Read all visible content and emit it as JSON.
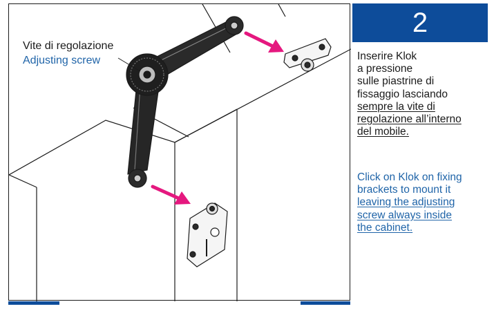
{
  "step": {
    "number": "2",
    "color": "#0d4c9a"
  },
  "callout": {
    "label_it": "Vite di regolazione",
    "label_en": "Adjusting screw"
  },
  "instructions_it": {
    "lines": [
      "Inserire Klok",
      "a pressione",
      "sulle piastrine di",
      "fissaggio lasciando"
    ],
    "underlined_lines": [
      "sempre la vite di",
      "regolazione all’interno",
      "del mobile."
    ]
  },
  "instructions_en": {
    "lines": [
      "Click on Klok on fixing",
      "brackets to mount it"
    ],
    "underlined_lines": [
      "leaving the adjusting",
      "screw always inside",
      "the cabinet."
    ]
  },
  "colors": {
    "arrow": "#e5187f",
    "text_blue": "#1f64a8",
    "line": "#1a1a1a"
  },
  "illustration": {
    "subject": "Klok lift mechanism mounted into cabinet fixing brackets",
    "arrows": [
      "upper-bracket-arrow",
      "lower-bracket-arrow"
    ]
  }
}
